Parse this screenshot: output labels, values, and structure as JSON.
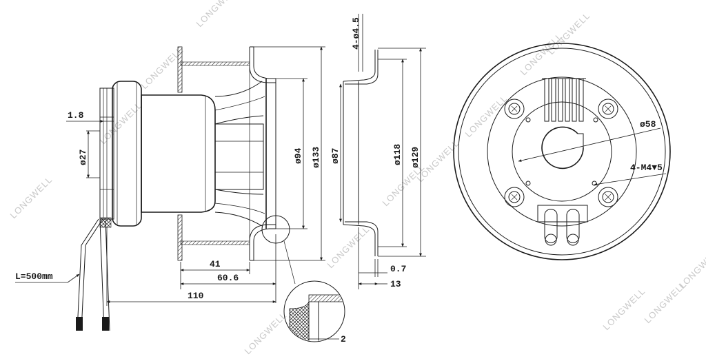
{
  "watermark": "LONGWELL",
  "dimensions": {
    "d_1_8": "1.8",
    "d_27": "ø27",
    "d_94": "ø94",
    "d_133": "ø133",
    "d_87": "ø87",
    "d_118": "ø118",
    "d_129": "ø129",
    "d_58": "ø58",
    "d_41": "41",
    "d_60_6": "60.6",
    "d_110": "110",
    "d_0_7": "0.7",
    "d_13": "13",
    "d_2": "2",
    "d_4_4_5": "4-ø4.5",
    "d_4_m4": "4-M4▼5",
    "cable_length": "L=500mm"
  },
  "colors": {
    "line": "#1a1a1a",
    "watermark": "#c9c9c9",
    "background": "#ffffff"
  }
}
